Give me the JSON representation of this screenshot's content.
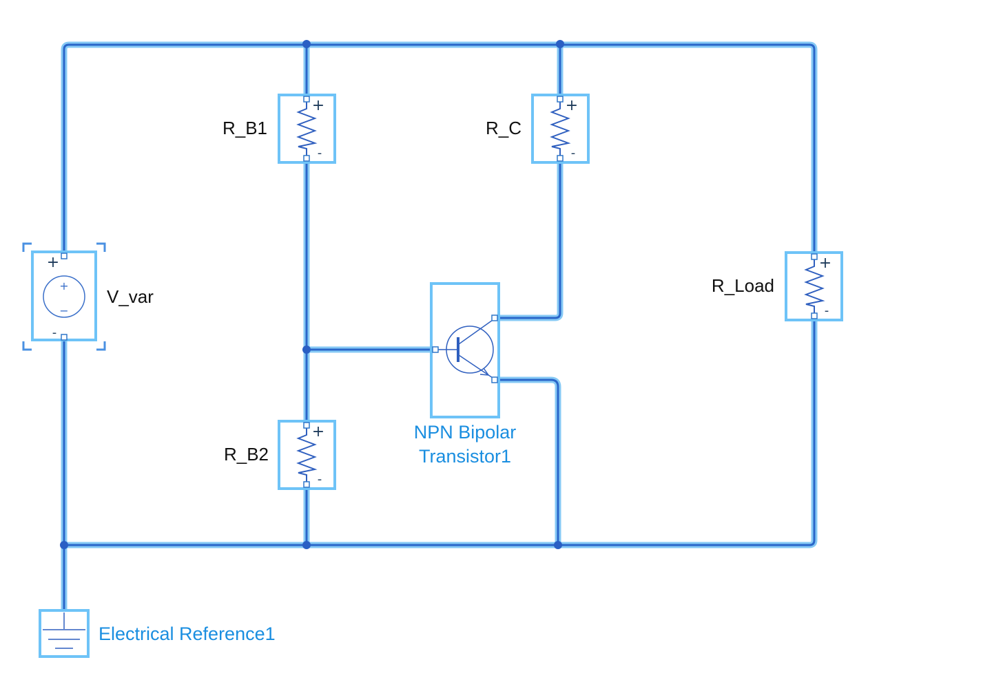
{
  "diagram": {
    "blocks": {
      "v_var": {
        "label": "V_var",
        "plus": "+",
        "minus": "-",
        "inner_plus": "+",
        "inner_minus": "−"
      },
      "r_b1": {
        "label": "R_B1",
        "plus": "+",
        "minus": "-"
      },
      "r_c": {
        "label": "R_C",
        "plus": "+",
        "minus": "-"
      },
      "r_b2": {
        "label": "R_B2",
        "plus": "+",
        "minus": "-"
      },
      "r_load": {
        "label": "R_Load",
        "plus": "+",
        "minus": "-"
      },
      "npn": {
        "label_line1": "NPN Bipolar",
        "label_line2": "Transistor1"
      },
      "ground": {
        "label": "Electrical Reference1"
      }
    },
    "colors": {
      "wire": "#2a66c9",
      "wire_highlight": "#86c9f5",
      "block_border": "#6ec3f7",
      "selected_label": "#1a8ee0",
      "label": "#111111"
    }
  }
}
